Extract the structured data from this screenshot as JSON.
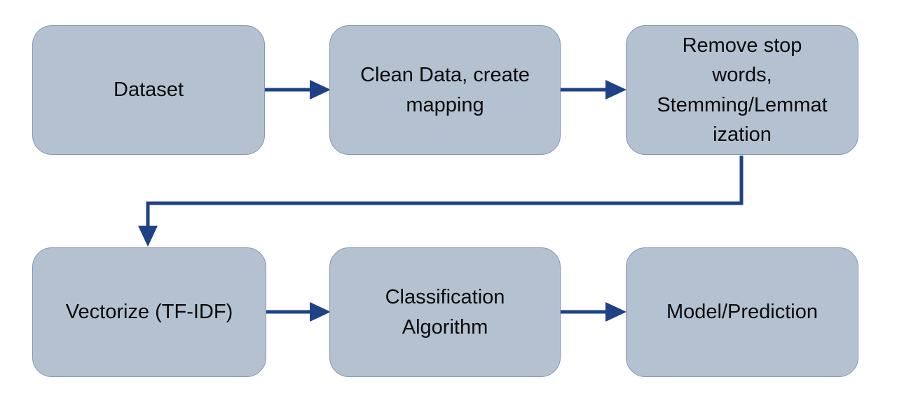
{
  "diagram": {
    "type": "flowchart",
    "description": "Text classification NLP pipeline flowchart, two rows of rounded process boxes connected by arrows",
    "colors": {
      "background": "#ffffff",
      "node_fill": "#b4c1d0",
      "node_border": "#8796b6",
      "arrow": "#1f4186",
      "text": "#0a0a0a"
    },
    "nodes": [
      {
        "id": "dataset",
        "label": "Dataset",
        "lines": [
          "Dataset"
        ]
      },
      {
        "id": "clean-data",
        "label": "Clean Data, create mapping",
        "lines": [
          "Clean Data, create",
          "mapping"
        ]
      },
      {
        "id": "remove-stop-words",
        "label": "Remove stop words, Stemming/Lemmatization",
        "lines": [
          "Remove stop",
          "words,",
          "Stemming/Lemmat",
          "ization"
        ]
      },
      {
        "id": "vectorize",
        "label": "Vectorize (TF-IDF)",
        "lines": [
          "Vectorize (TF-IDF)"
        ]
      },
      {
        "id": "classification-algorithm",
        "label": "Classification Algorithm",
        "lines": [
          "Classification",
          "Algorithm"
        ]
      },
      {
        "id": "model-prediction",
        "label": "Model/Prediction",
        "lines": [
          "Model/Prediction"
        ]
      }
    ],
    "edges": [
      {
        "from": "dataset",
        "to": "clean-data",
        "shape": "straight-right"
      },
      {
        "from": "clean-data",
        "to": "remove-stop-words",
        "shape": "straight-right"
      },
      {
        "from": "remove-stop-words",
        "to": "vectorize",
        "shape": "elbow-down-left-down"
      },
      {
        "from": "vectorize",
        "to": "classification-algorithm",
        "shape": "straight-right"
      },
      {
        "from": "classification-algorithm",
        "to": "model-prediction",
        "shape": "straight-right"
      }
    ]
  }
}
